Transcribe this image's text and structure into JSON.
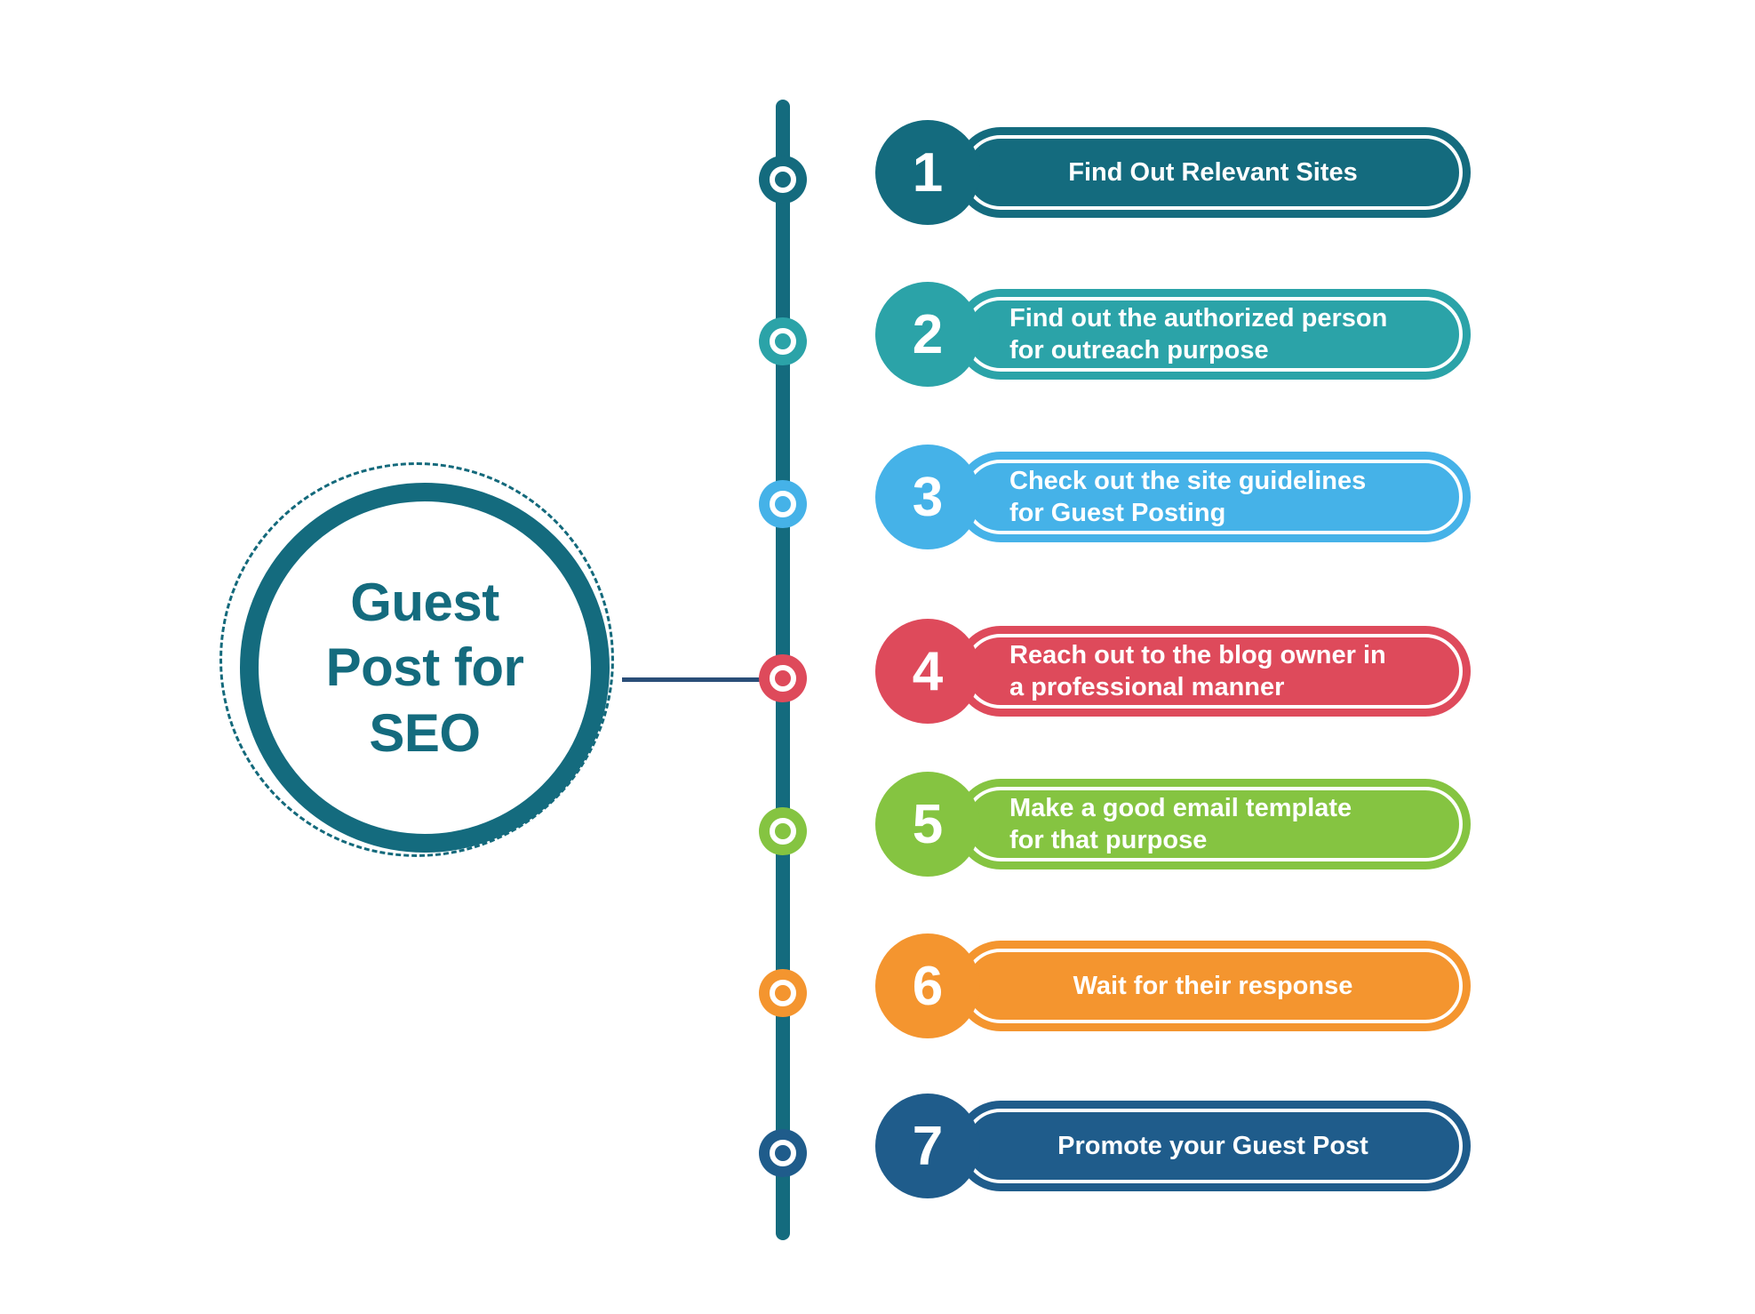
{
  "hub": {
    "title_lines": [
      "Guest",
      "Post for",
      "SEO"
    ],
    "color": "#146B7E",
    "dash_ring_color": "#13697B"
  },
  "timeline": {
    "line_color": "#146B7E",
    "connector_color": "#2A4E78"
  },
  "steps": [
    {
      "number": "1",
      "lines": [
        "Find Out Relevant Sites"
      ],
      "align": "center",
      "color": "#146B7E",
      "marker_color": "#146B7E"
    },
    {
      "number": "2",
      "lines": [
        "Find out the authorized person",
        "for outreach purpose"
      ],
      "align": "left",
      "color": "#2BA3A8",
      "marker_color": "#2BA3A8"
    },
    {
      "number": "3",
      "lines": [
        "Check out the site guidelines",
        "for Guest Posting"
      ],
      "align": "left",
      "color": "#45B2E8",
      "marker_color": "#45B2E8"
    },
    {
      "number": "4",
      "lines": [
        "Reach out to the blog owner in",
        "a professional manner"
      ],
      "align": "left",
      "color": "#DE4A5B",
      "marker_color": "#DE4A5B"
    },
    {
      "number": "5",
      "lines": [
        "Make a good email template",
        "for that purpose"
      ],
      "align": "left",
      "color": "#85C441",
      "marker_color": "#85C441"
    },
    {
      "number": "6",
      "lines": [
        "Wait for their response"
      ],
      "align": "center",
      "color": "#F4952F",
      "marker_color": "#F4952F"
    },
    {
      "number": "7",
      "lines": [
        "Promote your Guest Post"
      ],
      "align": "center",
      "color": "#1F5C8B",
      "marker_color": "#1F5C8B"
    }
  ]
}
